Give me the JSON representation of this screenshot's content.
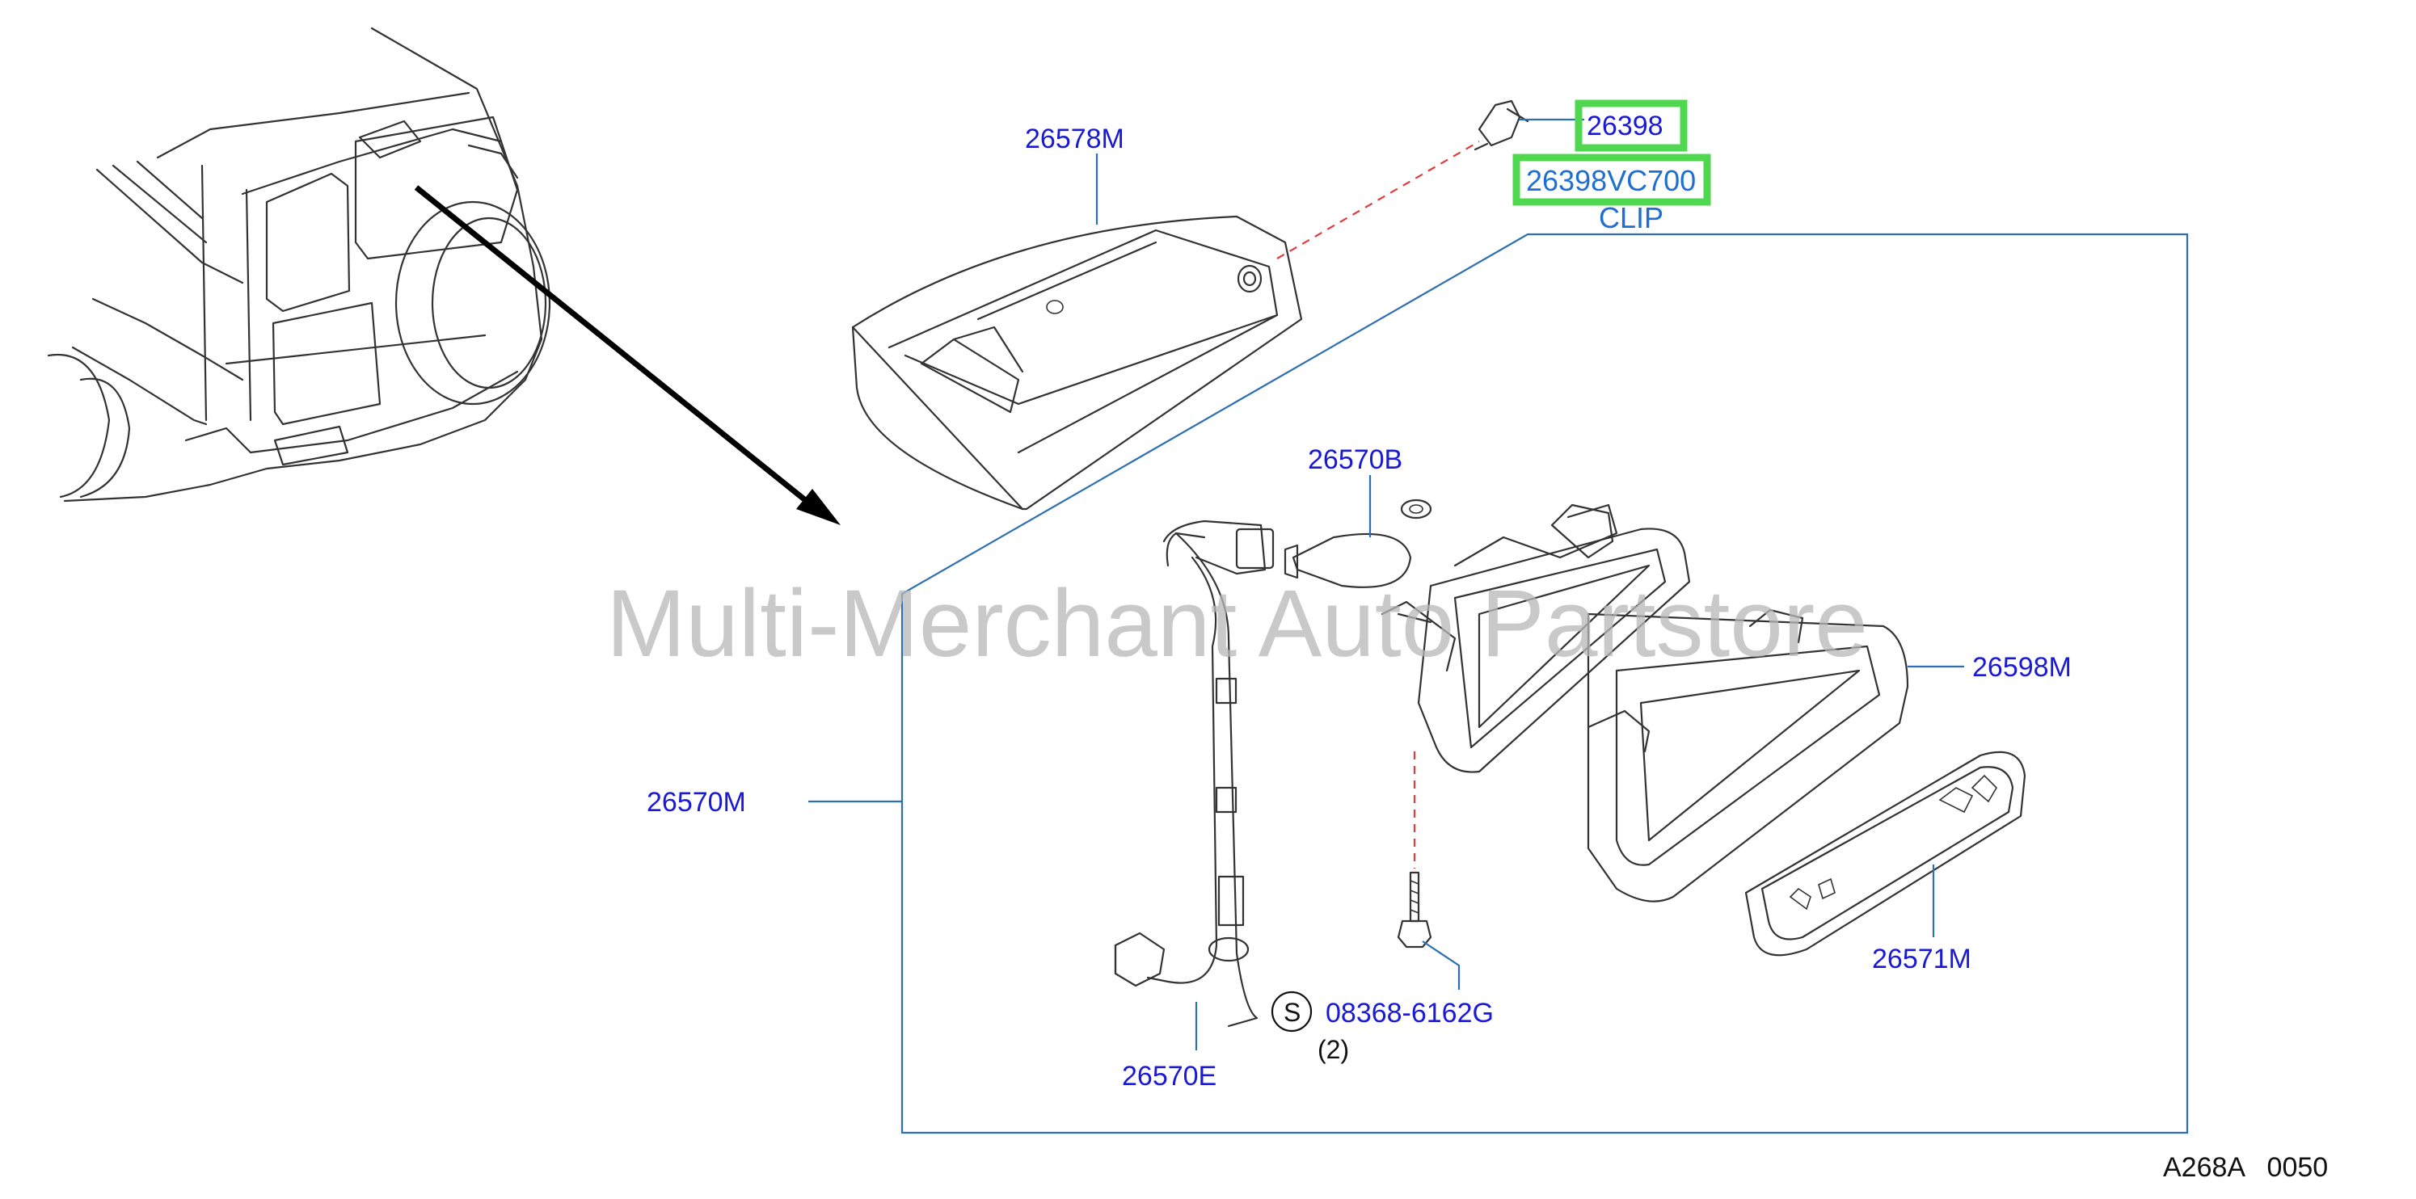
{
  "labels": {
    "p26578M": "26578M",
    "p26398": "26398",
    "p26398VC700": "26398VC700",
    "clip": "CLIP",
    "p26570B": "26570B",
    "p26598M": "26598M",
    "p26570M": "26570M",
    "p26571M": "26571M",
    "p26570E": "26570E",
    "p08368": "08368-6162G",
    "s_symbol": "S",
    "qty": "(2)"
  },
  "watermark": "Multi-Merchant Auto Partstore",
  "diagram_ref": "A268A   0050",
  "colors": {
    "part_number": "#1a1ad6",
    "highlight": "#4fd84f",
    "leader": "#2d6fb3",
    "dashed": "#e23b3b"
  }
}
